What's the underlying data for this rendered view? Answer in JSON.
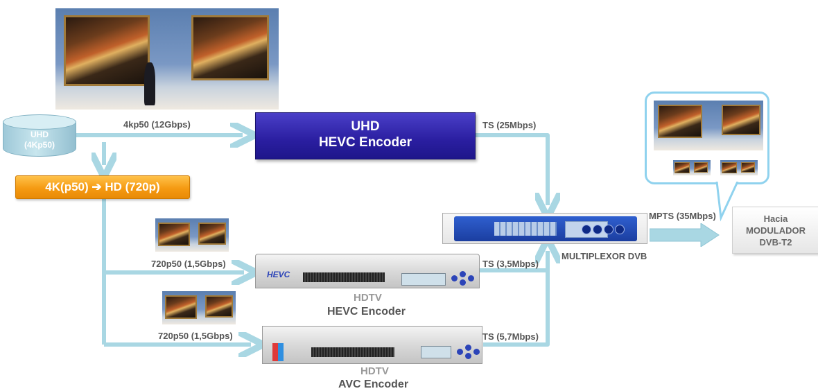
{
  "source": {
    "label_line1": "UHD",
    "label_line2": "(4Kp50)"
  },
  "conversion": {
    "label": "4K(p50) ➔ HD (720p)"
  },
  "uhd_encoder": {
    "line1": "UHD",
    "line2": "HEVC Encoder"
  },
  "hdtv_hevc_encoder": {
    "line1": "HDTV",
    "line2": "HEVC Encoder",
    "brand_text": "HEVC"
  },
  "hdtv_avc_encoder": {
    "line1": "HDTV",
    "line2": "AVC Encoder"
  },
  "multiplexer": {
    "label": "MULTIPLEXOR DVB"
  },
  "target": {
    "line1": "Hacia",
    "line2": "MODULADOR",
    "line3": "DVB-T2"
  },
  "flows": {
    "uhd_in": "4kp50  (12Gbps)",
    "uhd_ts": "TS (25Mbps)",
    "hevc_in": "720p50  (1,5Gbps)",
    "hevc_ts": "TS (3,5Mbps)",
    "avc_in": "720p50  (1,5Gbps)",
    "avc_ts": "TS (5,7Mbps)",
    "mpts": "MPTS (35Mbps)"
  },
  "colors": {
    "flow_line": "#a9d7e3",
    "uhd_box": "#2a1ea0",
    "conversion_box": "#f59a12",
    "bubble_border": "#8fd2ee"
  },
  "icons": {
    "source": "database-cylinder-icon",
    "arrow": "flow-arrow-icon"
  }
}
